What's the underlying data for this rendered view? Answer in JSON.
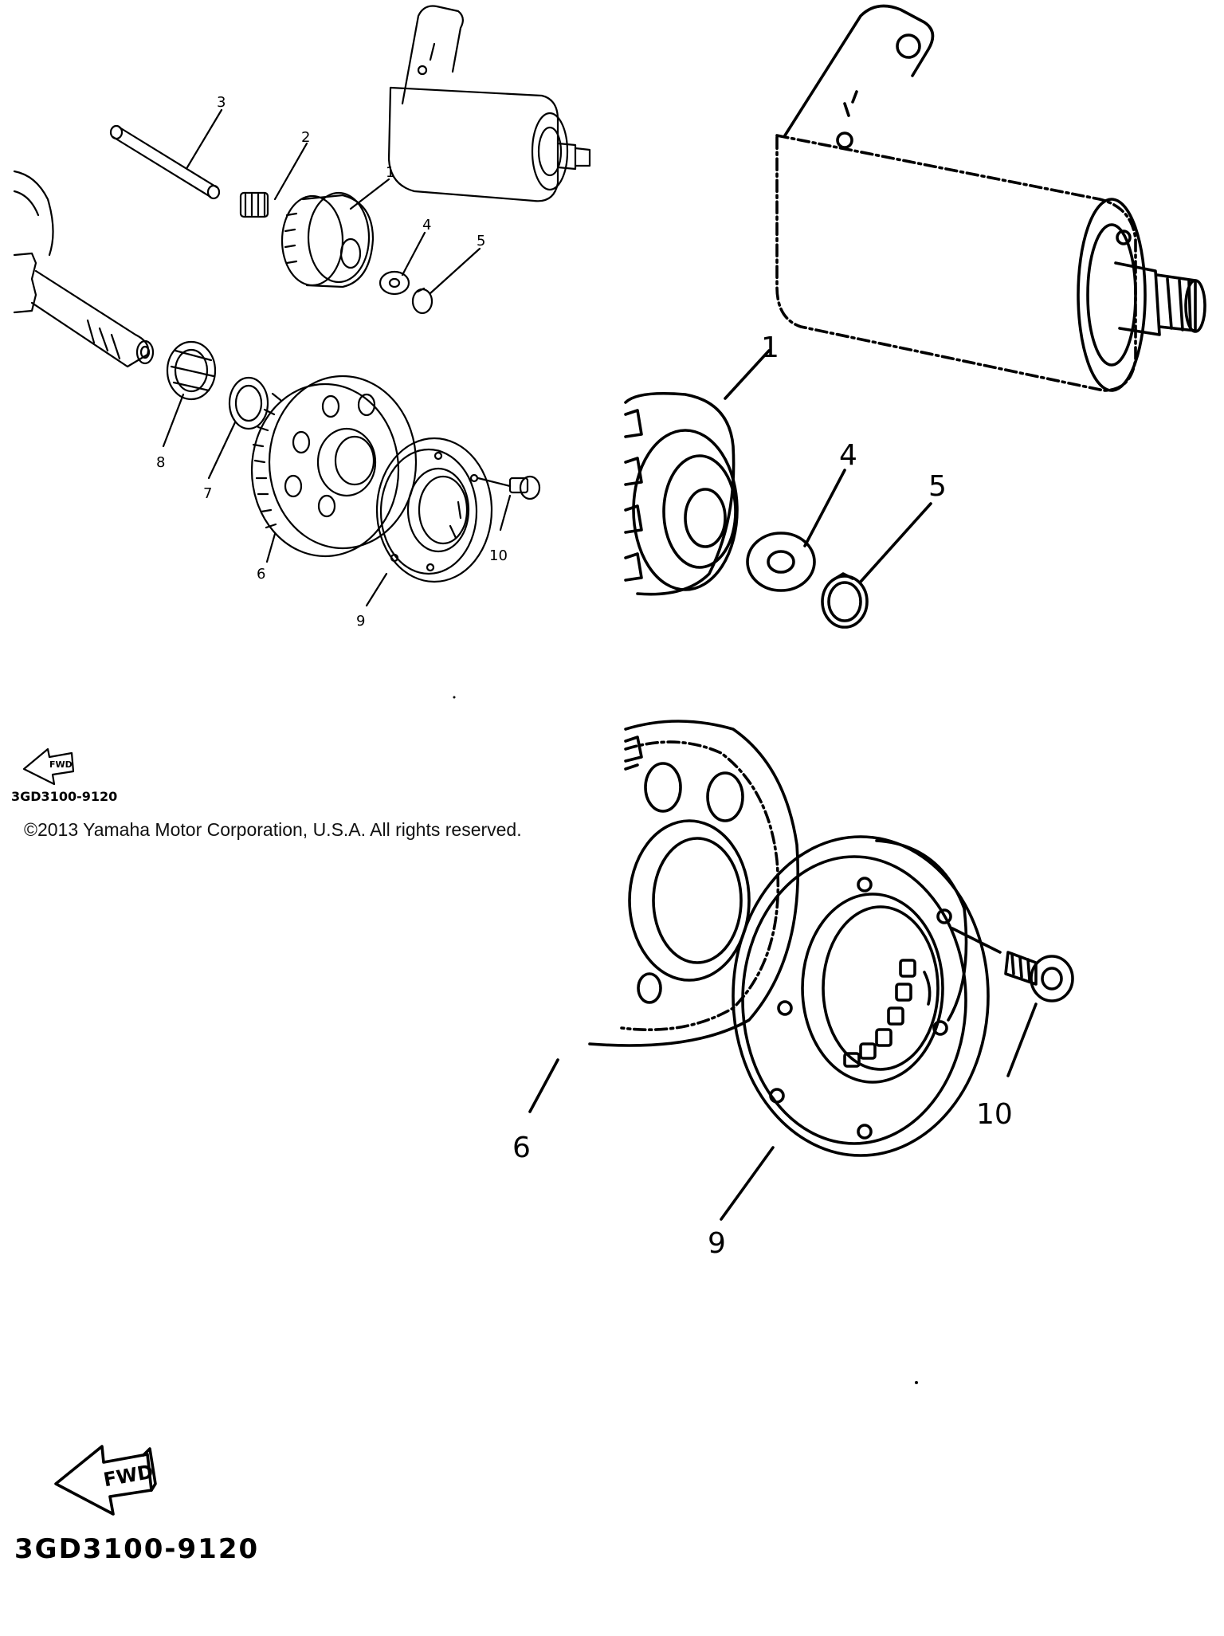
{
  "diagram": {
    "callouts_small": [
      {
        "id": "callout-1",
        "label": "1"
      },
      {
        "id": "callout-2",
        "label": "2"
      },
      {
        "id": "callout-3",
        "label": "3"
      },
      {
        "id": "callout-4",
        "label": "4"
      },
      {
        "id": "callout-5",
        "label": "5"
      },
      {
        "id": "callout-6",
        "label": "6"
      },
      {
        "id": "callout-7",
        "label": "7"
      },
      {
        "id": "callout-8",
        "label": "8"
      },
      {
        "id": "callout-9",
        "label": "9"
      },
      {
        "id": "callout-10",
        "label": "10"
      }
    ],
    "callouts_zoom": [
      {
        "id": "zoom-callout-1",
        "label": "1"
      },
      {
        "id": "zoom-callout-4",
        "label": "4"
      },
      {
        "id": "zoom-callout-5",
        "label": "5"
      },
      {
        "id": "zoom-callout-6",
        "label": "6"
      },
      {
        "id": "zoom-callout-9",
        "label": "9"
      },
      {
        "id": "zoom-callout-10",
        "label": "10"
      }
    ],
    "fwd_label": "FWD",
    "part_code": "3GD3100-9120"
  },
  "copyright": "©2013 Yamaha Motor Corporation, U.S.A. All rights reserved."
}
